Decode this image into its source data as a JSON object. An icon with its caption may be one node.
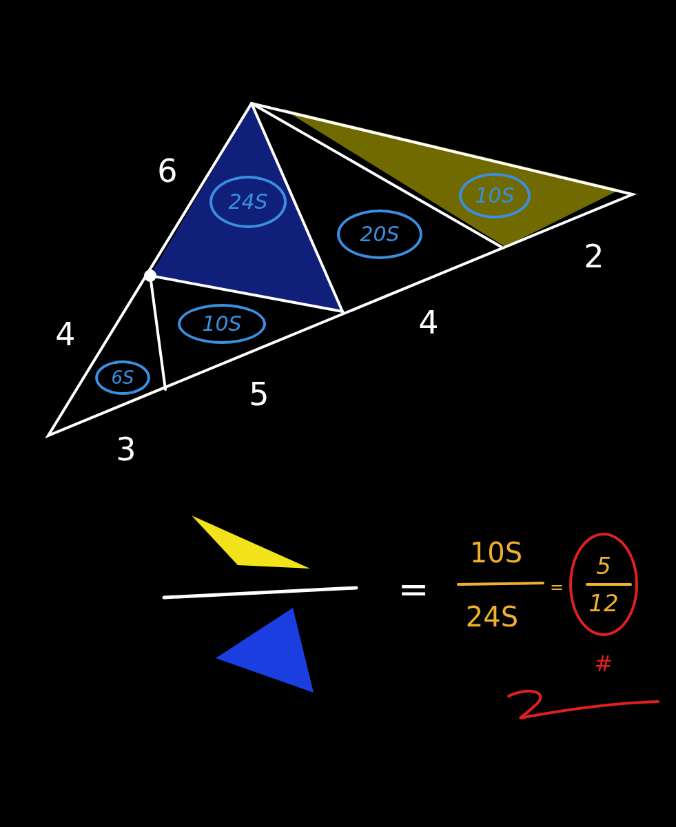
{
  "diagram": {
    "nodes": [
      {
        "text": [
          "24S"
        ]
      },
      {
        "text": [
          "20S"
        ]
      },
      {
        "text": [
          "10S"
        ]
      },
      {
        "text": [
          "10S"
        ]
      },
      {
        "text": [
          "6S"
        ]
      },
      {
        "text": [
          "5",
          "12"
        ],
        "beside": [
          "#"
        ]
      }
    ],
    "edges": [],
    "labels": [
      "6",
      "2",
      "4",
      "4",
      "5",
      "3",
      "=",
      "10S",
      "24S",
      "="
    ]
  }
}
